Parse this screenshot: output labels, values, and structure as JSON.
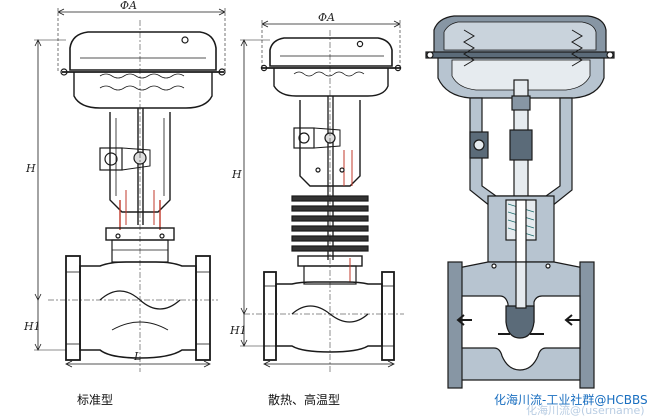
{
  "figure_1": {
    "dim_width": "ΦA",
    "dim_height": "H",
    "dim_lower_height": "H1",
    "dim_length": "L",
    "caption": "标准型"
  },
  "figure_2": {
    "dim_width": "ΦA",
    "dim_height": "H",
    "dim_lower_height": "H1",
    "caption": "散热、高温型"
  },
  "watermark": {
    "text": "化海川流-工业社群@HCBBS",
    "subtext": "化海川流@(username)"
  },
  "colors": {
    "line": "#1a1a1a",
    "accent_red": "#c0392b",
    "section_fill": "#b7c4d0",
    "section_dark": "#5b6b79",
    "watermark_blue": "#1a6fc0"
  }
}
